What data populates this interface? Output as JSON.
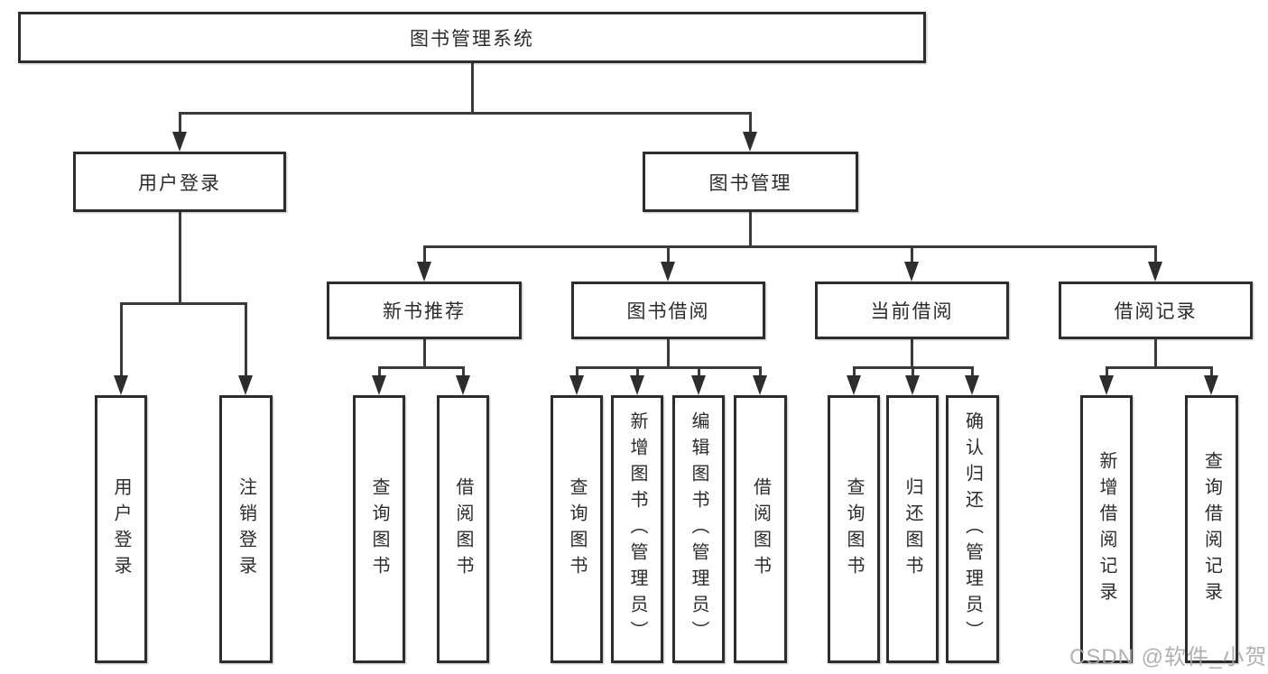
{
  "diagram": {
    "title": "图书管理系统",
    "branches": [
      {
        "label": "用户登录",
        "children": [
          {
            "label": "用户登录"
          },
          {
            "label": "注销登录"
          }
        ]
      },
      {
        "label": "图书管理",
        "children": [
          {
            "label": "新书推荐",
            "children": [
              {
                "label": "查询图书"
              },
              {
                "label": "借阅图书"
              }
            ]
          },
          {
            "label": "图书借阅",
            "children": [
              {
                "label": "查询图书"
              },
              {
                "label": "新增图书（管理员）"
              },
              {
                "label": "编辑图书（管理员）"
              },
              {
                "label": "借阅图书"
              }
            ]
          },
          {
            "label": "当前借阅",
            "children": [
              {
                "label": "查询图书"
              },
              {
                "label": "归还图书"
              },
              {
                "label": "确认归还（管理员）"
              }
            ]
          },
          {
            "label": "借阅记录",
            "children": [
              {
                "label": "新增借阅记录"
              },
              {
                "label": "查询借阅记录"
              }
            ]
          }
        ]
      }
    ]
  },
  "watermark": {
    "text": "CSDN @软件_小贺同学"
  },
  "colors": {
    "background": "#ffffff",
    "line": "#3a3a3a",
    "box_border": "#2d2d2d",
    "text": "#2b2b2b",
    "watermark": "#a8a8a8"
  }
}
